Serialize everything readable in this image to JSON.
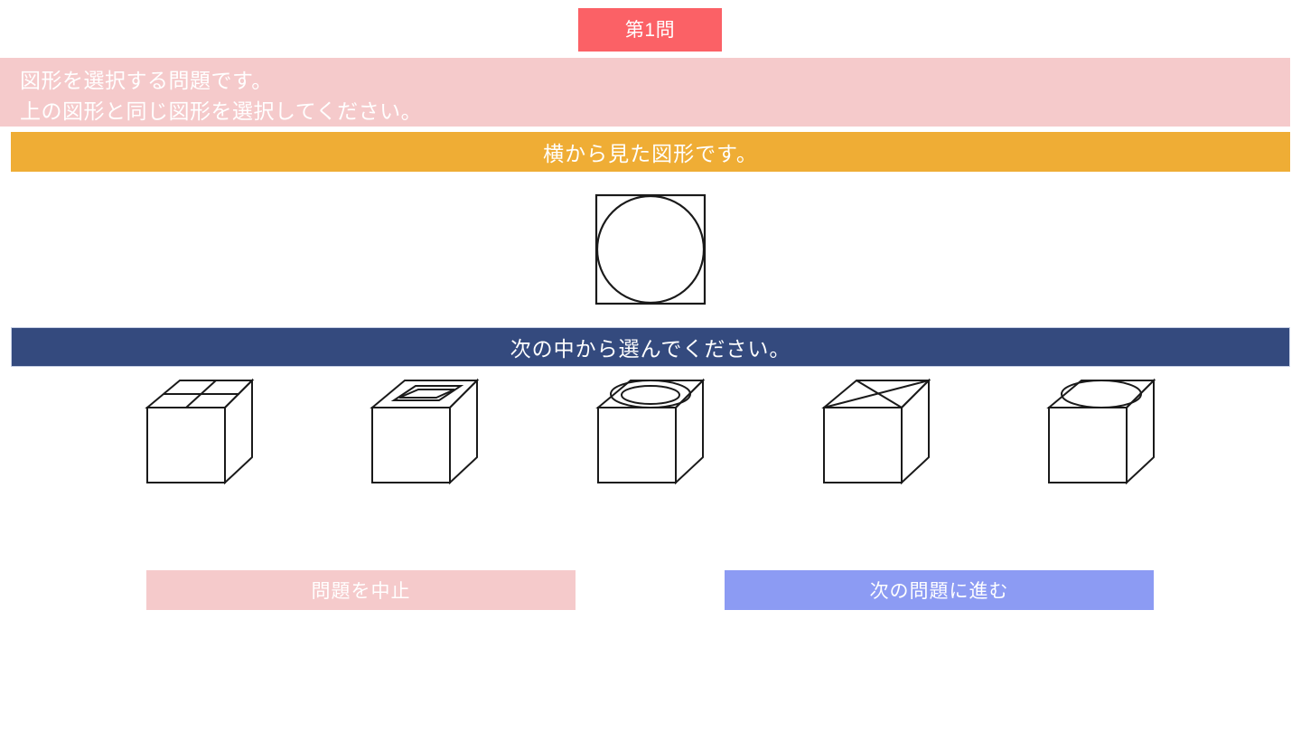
{
  "header": {
    "question_badge": "第1問",
    "badge_color": "#fb6166"
  },
  "instruction": {
    "line1": "図形を選択する問題です。",
    "line2": "上の図形と同じ図形を選択してください。",
    "background_color": "#f5cacb",
    "text_color": "#ffffff"
  },
  "target_banner": {
    "label": "横から見た図形です。",
    "background_color": "#efad35"
  },
  "target_figure": {
    "name": "square-with-inscribed-circle",
    "description": "正方形に内接する円",
    "stroke_color": "#1a1a1a"
  },
  "choices_banner": {
    "label": "次の中から選んでください。",
    "background_color": "#344a7e"
  },
  "choices": [
    {
      "index": 1,
      "name": "cube-top-cross-split",
      "top_face": "十字に4分割",
      "alt": "上面が十字で4分割された立方体"
    },
    {
      "index": 2,
      "name": "cube-top-rectangle-inset",
      "top_face": "長方形のくぼみ",
      "alt": "上面に長方形のくぼみがある立方体"
    },
    {
      "index": 3,
      "name": "cube-top-circular-ring",
      "top_face": "二重の円（リング）",
      "alt": "上面に二重の円がある立方体"
    },
    {
      "index": 4,
      "name": "cube-top-diagonal-cross",
      "top_face": "対角線のX",
      "alt": "上面が対角線で交差した立方体"
    },
    {
      "index": 5,
      "name": "cube-top-single-circle",
      "top_face": "円1つ",
      "alt": "上面に円が1つある立方体"
    }
  ],
  "buttons": {
    "abort": {
      "label": "問題を中止",
      "color": "#f5cacb"
    },
    "next": {
      "label": "次の問題に進む",
      "color": "#8c9bf3"
    }
  }
}
